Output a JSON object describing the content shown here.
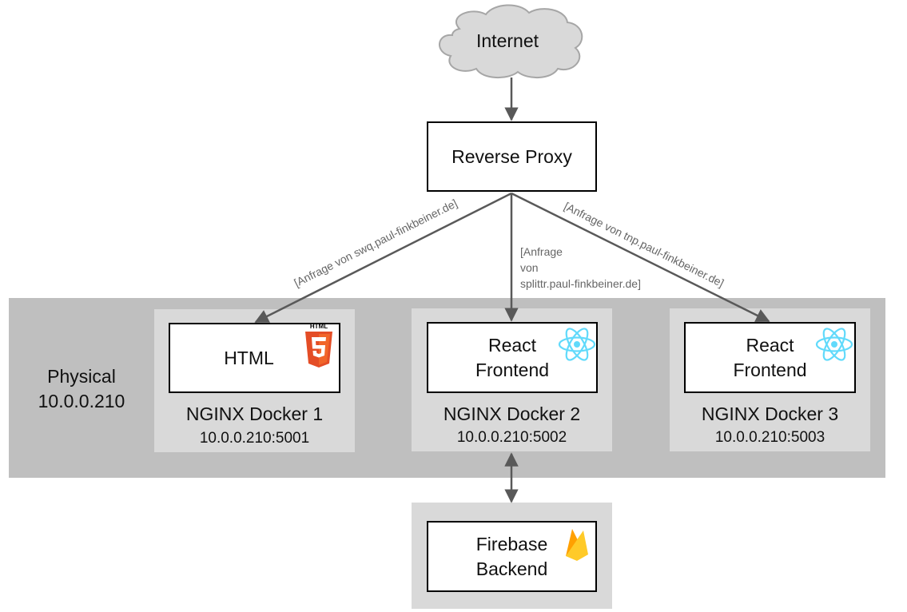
{
  "internet": {
    "label": "Internet"
  },
  "proxy": {
    "label": "Reverse Proxy"
  },
  "physical": {
    "label_line1": "Physical",
    "label_line2": "10.0.0.210"
  },
  "dockers": [
    {
      "content": "HTML",
      "name": "NGINX Docker 1",
      "address": "10.0.0.210:5001",
      "icon": "html5-icon",
      "icon_text": "HTML"
    },
    {
      "content_line1": "React",
      "content_line2": "Frontend",
      "name": "NGINX Docker 2",
      "address": "10.0.0.210:5002",
      "icon": "react-icon"
    },
    {
      "content_line1": "React",
      "content_line2": "Frontend",
      "name": "NGINX Docker 3",
      "address": "10.0.0.210:5003",
      "icon": "react-icon"
    }
  ],
  "backend": {
    "label_line1": "Firebase",
    "label_line2": "Backend",
    "icon": "firebase-icon"
  },
  "edges": {
    "swq": "[Anfrage von swq.paul-finkbeiner.de]",
    "splittr_line1": "[Anfrage",
    "splittr_line2": "von",
    "splittr_line3": "splittr.paul-finkbeiner.de]",
    "tnp": "[Anfrage von tnp.paul-finkbeiner.de]"
  },
  "colors": {
    "physical_bg": "#bfbfbf",
    "container_bg": "#d9d9d9",
    "arrow": "#595959",
    "cloud_fill": "#d9d9d9",
    "cloud_stroke": "#a6a6a6",
    "html5_orange": "#e44d26",
    "react_blue": "#61dafb",
    "firebase_yellow": "#ffca28",
    "firebase_orange": "#f57c00",
    "edge_label": "#666666"
  }
}
